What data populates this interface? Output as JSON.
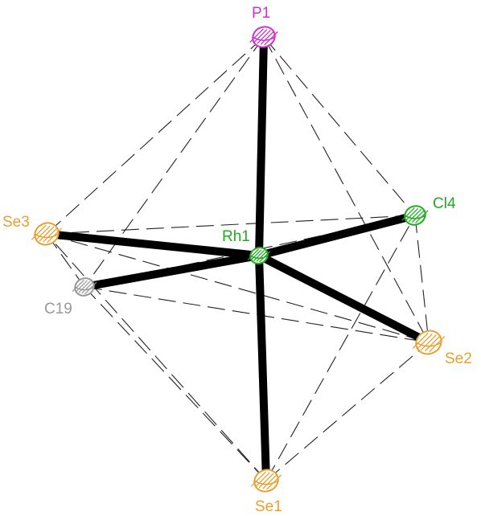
{
  "atoms": [
    {
      "key": "p1",
      "label": "P1",
      "color": "#cc33cc"
    },
    {
      "key": "rh1",
      "label": "Rh1",
      "color": "#22aa22"
    },
    {
      "key": "cl4",
      "label": "Cl4",
      "color": "#22aa22"
    },
    {
      "key": "se1",
      "label": "Se1",
      "color": "#e8a030"
    },
    {
      "key": "se2",
      "label": "Se2",
      "color": "#e8a030"
    },
    {
      "key": "se3",
      "label": "Se3",
      "color": "#e8a030"
    },
    {
      "key": "c19",
      "label": "C19",
      "color": "#999999"
    }
  ],
  "bonds": [
    [
      "rh1",
      "p1"
    ],
    [
      "rh1",
      "se1"
    ],
    [
      "rh1",
      "se2"
    ],
    [
      "rh1",
      "se3"
    ],
    [
      "rh1",
      "cl4"
    ],
    [
      "rh1",
      "c19"
    ]
  ],
  "polyhedron_edges": [
    [
      "p1",
      "se3"
    ],
    [
      "p1",
      "c19"
    ],
    [
      "p1",
      "cl4"
    ],
    [
      "p1",
      "se2"
    ],
    [
      "se1",
      "se3"
    ],
    [
      "se1",
      "c19"
    ],
    [
      "se1",
      "cl4"
    ],
    [
      "se1",
      "se2"
    ],
    [
      "se3",
      "cl4"
    ],
    [
      "se3",
      "c19"
    ],
    [
      "c19",
      "se2"
    ],
    [
      "cl4",
      "se2"
    ],
    [
      "se3",
      "se2"
    ],
    [
      "c19",
      "cl4"
    ]
  ]
}
